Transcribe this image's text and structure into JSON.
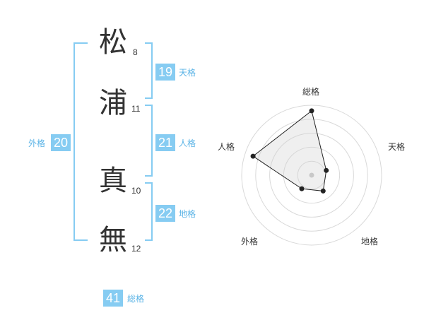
{
  "name_chars": [
    {
      "char": "松",
      "strokes": "8"
    },
    {
      "char": "浦",
      "strokes": "11"
    },
    {
      "char": "真",
      "strokes": "10"
    },
    {
      "char": "無",
      "strokes": "12"
    }
  ],
  "kaku": {
    "ten": {
      "value": "19",
      "label": "天格"
    },
    "jin": {
      "value": "21",
      "label": "人格"
    },
    "chi": {
      "value": "22",
      "label": "地格"
    },
    "gai": {
      "value": "20",
      "label": "外格"
    },
    "sou": {
      "value": "41",
      "label": "総格"
    }
  },
  "colors": {
    "accent": "#86ccf2",
    "accent_text": "#5ab3e6"
  },
  "chart_data": {
    "type": "radar",
    "axes": [
      "総格",
      "天格",
      "地格",
      "外格",
      "人格"
    ],
    "values": [
      0.92,
      0.22,
      0.28,
      0.24,
      0.88
    ],
    "rings": 5,
    "max": 1
  }
}
